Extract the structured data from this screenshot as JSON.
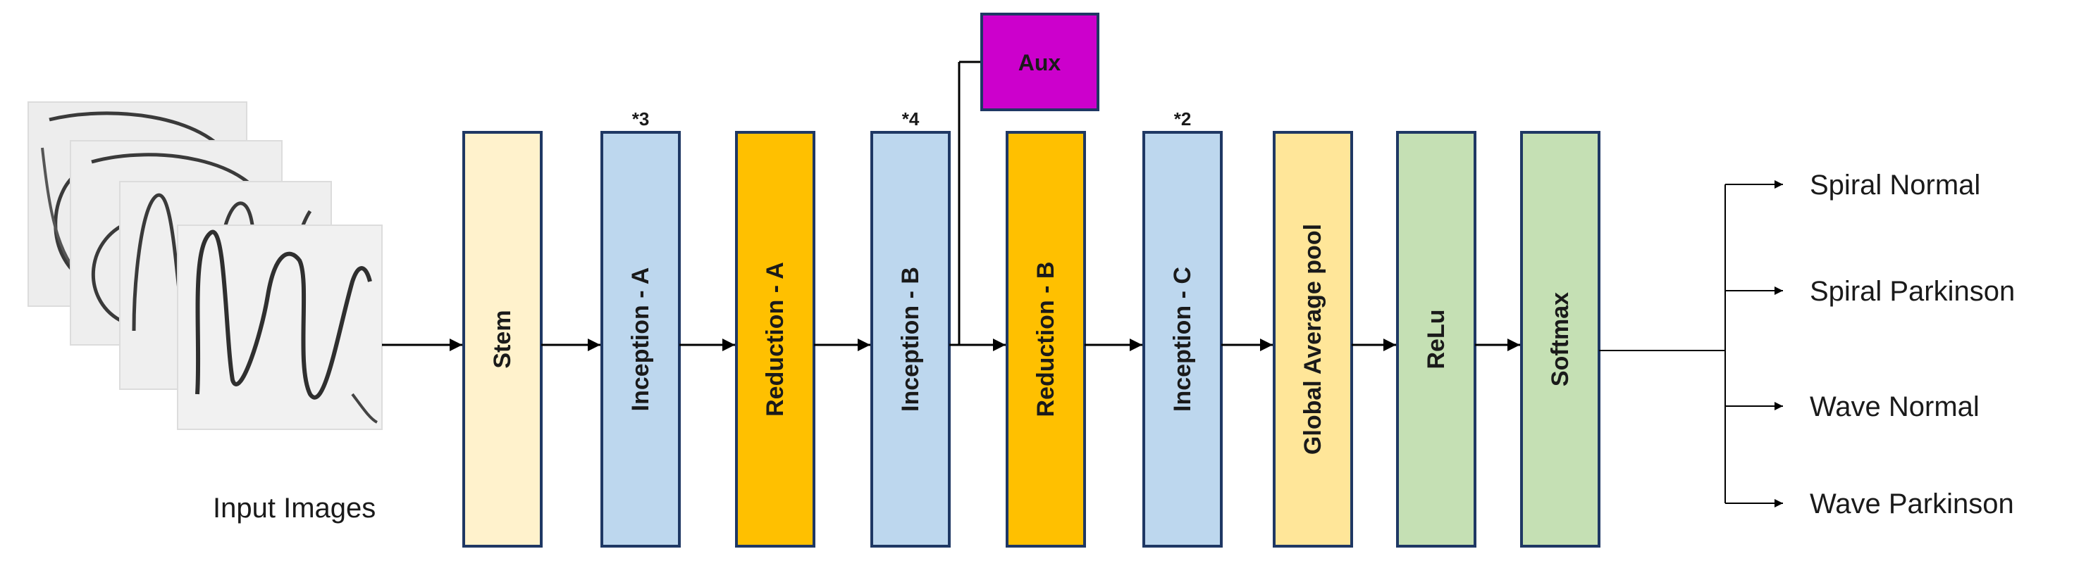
{
  "input": {
    "label": "Input Images"
  },
  "colors": {
    "stem": "#fff2cc",
    "inception": "#bdd7ee",
    "reduction": "#ffc000",
    "pool": "#ffe699",
    "dense": "#c5e0b4",
    "aux": "#cc00cc",
    "border": "#1f3864",
    "line": "#000000"
  },
  "blocks": [
    {
      "id": "stem",
      "label": "Stem",
      "multiplier": ""
    },
    {
      "id": "inception-a",
      "label": "Inception - A",
      "multiplier": "*3"
    },
    {
      "id": "reduction-a",
      "label": "Reduction - A",
      "multiplier": ""
    },
    {
      "id": "inception-b",
      "label": "Inception - B",
      "multiplier": "*4"
    },
    {
      "id": "reduction-b",
      "label": "Reduction - B",
      "multiplier": ""
    },
    {
      "id": "inception-c",
      "label": "Inception - C",
      "multiplier": "*2"
    },
    {
      "id": "global-average-pool",
      "label": "Global Average pool",
      "multiplier": ""
    },
    {
      "id": "relu",
      "label": "ReLu",
      "multiplier": ""
    },
    {
      "id": "softmax",
      "label": "Softmax",
      "multiplier": ""
    }
  ],
  "aux": {
    "label": "Aux"
  },
  "outputs": [
    "Spiral Normal",
    "Spiral Parkinson",
    "Wave Normal",
    "Wave Parkinson"
  ]
}
